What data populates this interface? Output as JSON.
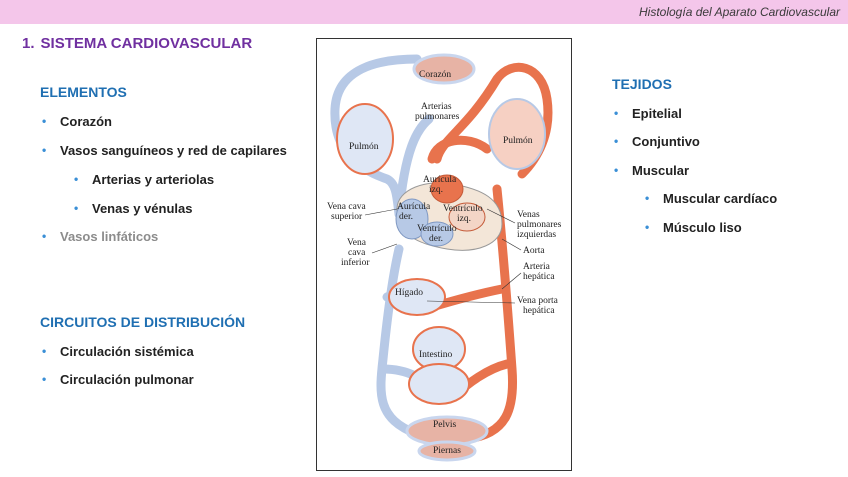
{
  "header": {
    "text": "Histología del Aparato Cardiovascular"
  },
  "title": {
    "number": "1.",
    "text": "SISTEMA CARDIOVASCULAR"
  },
  "elementos": {
    "heading": "ELEMENTOS",
    "items": [
      "Corazón",
      "Vasos sanguíneos y red de capilares",
      "Arterias y arteriolas",
      "Venas y vénulas",
      "Vasos linfáticos"
    ]
  },
  "circuitos": {
    "heading": "CIRCUITOS DE DISTRIBUCIÓN",
    "items": [
      "Circulación sistémica",
      "Circulación pulmonar"
    ]
  },
  "tejidos": {
    "heading": "TEJIDOS",
    "items": [
      "Epitelial",
      "Conjuntivo",
      "Muscular",
      "Muscular cardíaco",
      "Músculo liso"
    ]
  },
  "diagram": {
    "labels": {
      "corazon": "Corazón",
      "arterias_pulmonares": [
        "Arterias",
        "pulmonares"
      ],
      "pulmon_izq": "Pulmón",
      "pulmon_der": "Pulmón",
      "auricula_izq": [
        "Aurícula",
        "izq."
      ],
      "auricula_der": [
        "Aurícula",
        "der."
      ],
      "ventriculo_izq": [
        "Ventrículo",
        "izq."
      ],
      "ventriculo_der": [
        "Ventrículo",
        "der."
      ],
      "vena_cava_superior": [
        "Vena cava",
        "superior"
      ],
      "vena_cava_inferior": [
        "Vena",
        "cava",
        "inferior"
      ],
      "venas_pulmonares": [
        "Venas",
        "pulmonares",
        "izquierdas"
      ],
      "aorta": "Aorta",
      "arteria_hepatica": [
        "Arteria",
        "hepática"
      ],
      "higado": "Hígado",
      "vena_porta": [
        "Vena porta",
        "hepática"
      ],
      "intestino": "Intestino",
      "pelvis": "Pelvis",
      "piernas": "Piernas"
    },
    "colors": {
      "vein": "#b7c9e6",
      "artery": "#e8734d",
      "heart": "#f3e6d8"
    }
  }
}
